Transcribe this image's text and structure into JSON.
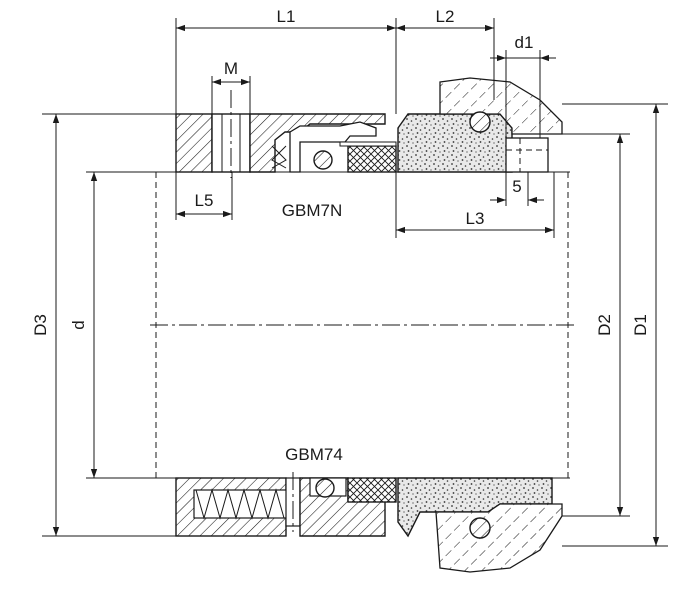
{
  "dimensions": {
    "L1": "L1",
    "L2": "L2",
    "d1": "d1",
    "M": "M",
    "L5": "L5",
    "L3": "L3",
    "five": "5",
    "D3": "D3",
    "d": "d",
    "D2": "D2",
    "D1": "D1"
  },
  "models": {
    "top": "GBM7N",
    "bottom": "GBM74"
  }
}
